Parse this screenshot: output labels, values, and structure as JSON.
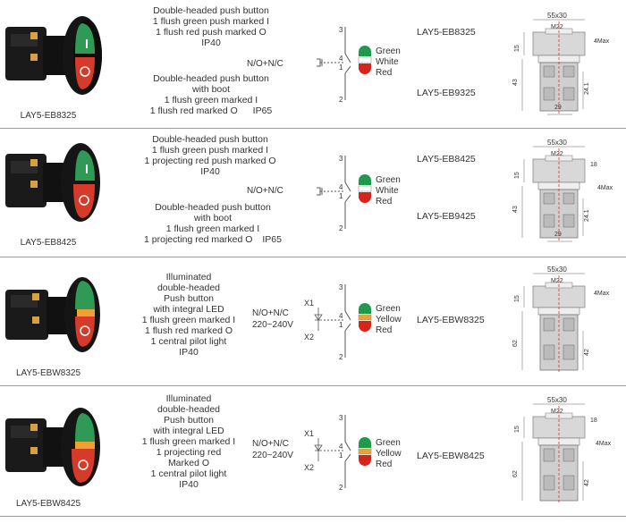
{
  "rows": [
    {
      "caption": "LAY5-EB8325",
      "desc_lines": [
        "Double-headed push button",
        "1 flush green push marked I",
        "1 flush red push marked O",
        "IP40"
      ],
      "desc2_lines": [
        "Double-headed push button",
        "with boot",
        "1 flush green marked I"
      ],
      "desc2_last": "1 flush red marked O",
      "ip": "IP65",
      "contact": "N/O+N/C",
      "terminals": [
        "3",
        "4",
        "1",
        "2"
      ],
      "colors": [
        "Green",
        "White",
        "Red"
      ],
      "models": [
        "LAY5-EB8325",
        "LAY5-EB9325"
      ],
      "dims": {
        "top": "55x30",
        "m": "M22",
        "a": "15",
        "b": "4Max",
        "h": "43",
        "c": "24.1",
        "w": "29"
      }
    },
    {
      "caption": "LAY5-EB8425",
      "desc_lines": [
        "Double-headed push button",
        "1 flush green push marked I",
        "1 projecting red push marked O",
        "IP40"
      ],
      "desc2_lines": [
        "Double-headed push button",
        "with boot",
        "1 flush green marked I"
      ],
      "desc2_last": "1 projecting red marked O",
      "ip": "IP65",
      "contact": "N/O+N/C",
      "terminals": [
        "3",
        "4",
        "1",
        "2"
      ],
      "colors": [
        "Green",
        "White",
        "Red"
      ],
      "models": [
        "LAY5-EB8425",
        "LAY5-EB9425"
      ],
      "dims": {
        "top": "55x30",
        "m": "M22",
        "a": "15",
        "b": "4Max",
        "h": "43",
        "c": "24.1",
        "w": "29",
        "d": "18"
      }
    },
    {
      "caption": "LAY5-EBW8325",
      "desc_lines": [
        "Illuminated",
        "double-headed",
        "Push button",
        "with integral LED",
        "1 flush green marked I",
        "1 flush red marked O",
        "1 central pilot light",
        "IP40"
      ],
      "contact": "N/O+N/C",
      "voltage": "220~240V",
      "x1": "X1",
      "x2": "X2",
      "terminals": [
        "3",
        "4",
        "1",
        "2"
      ],
      "colors": [
        "Green",
        "Yellow",
        "Red"
      ],
      "models": [
        "LAY5-EBW8325"
      ],
      "dims": {
        "top": "55x30",
        "m": "M22",
        "a": "15",
        "b": "4Max",
        "h": "62",
        "c": "42"
      }
    },
    {
      "caption": "LAY5-EBW8425",
      "desc_lines": [
        "Illuminated",
        "double-headed",
        "Push button",
        "with integral LED",
        "1 flush green marked I",
        "1 projecting red",
        "Marked O",
        "1 central pilot light",
        "IP40"
      ],
      "contact": "N/O+N/C",
      "voltage": "220~240V",
      "x1": "X1",
      "x2": "X2",
      "terminals": [
        "3",
        "4",
        "1",
        "2"
      ],
      "colors": [
        "Green",
        "Yellow",
        "Red"
      ],
      "models": [
        "LAY5-EBW8425"
      ],
      "dims": {
        "top": "55x30",
        "m": "M22",
        "a": "15",
        "b": "4Max",
        "h": "62",
        "c": "42",
        "d": "18"
      }
    }
  ],
  "colors": {
    "green": "#1f9a4a",
    "red": "#d4251c",
    "orange": "#f0a030",
    "dashed": "#e03030",
    "line": "#555555"
  }
}
